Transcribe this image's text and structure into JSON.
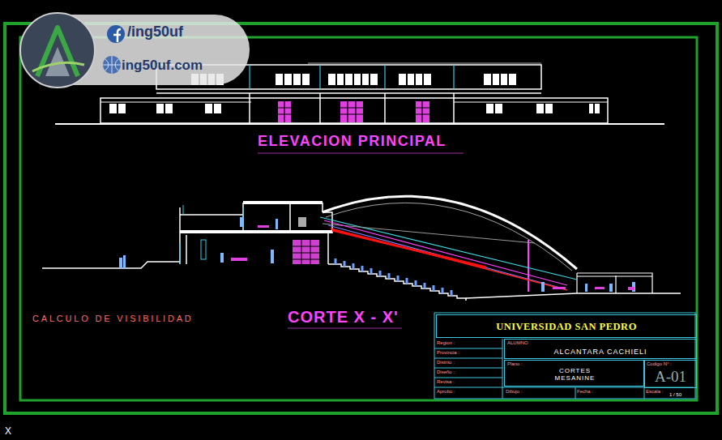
{
  "diagram": {
    "nodes": [
      {
        "text": [
          "/ing50uf",
          "ing50uf.com"
        ]
      },
      {
        "text": [
          "UNIVERSIDAD SAN PEDRO"
        ]
      },
      {
        "text": [
          "ALUMNO",
          "ALCANTARA CACHIELI"
        ]
      },
      {
        "text": [
          "Plano :",
          "CORTES MESANINE"
        ]
      },
      {
        "text": [
          "Codigo N° :",
          "A-01"
        ]
      }
    ],
    "labels": [
      "ELEVACION PRINCIPAL",
      "CORTE X - X'",
      "CALCULO DE VISIBILIDAD",
      "Region :",
      "Provincia :",
      "Distrito :",
      "Diseño :",
      "Revisa :",
      "Aprobo :",
      "Dibujo :",
      "Fecha :",
      "Escala :",
      "1 / 50",
      "X"
    ]
  }
}
